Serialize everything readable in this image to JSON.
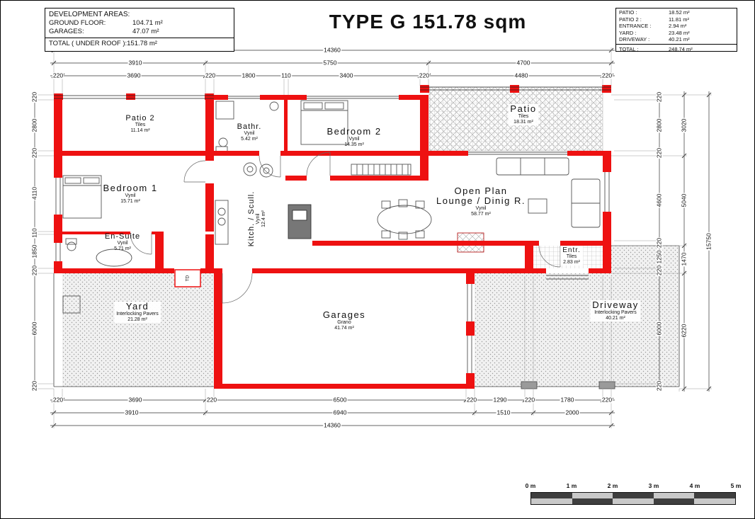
{
  "page": {
    "title": "TYPE G 151.78 sqm"
  },
  "dev_box": {
    "title": "DEVELOPMENT AREAS:",
    "rows": [
      {
        "label": "GROUND FLOOR:",
        "value": "104.71 m²"
      },
      {
        "label": "GARAGES:",
        "value": "47.07 m²"
      }
    ],
    "total": "TOTAL ( UNDER ROOF ):151.78 m²"
  },
  "areas_box": {
    "rows": [
      {
        "label": "PATIO :",
        "value": "18.52 m²"
      },
      {
        "label": "PATIO 2 :",
        "value": "11.81 m²"
      },
      {
        "label": "ENTRANCE :",
        "value": "2.94 m²"
      },
      {
        "label": "YARD :",
        "value": "23.48 m²"
      },
      {
        "label": "DRIVEWAY :",
        "value": "40.21 m²"
      }
    ],
    "total": {
      "label": "TOTAL :",
      "value": "248.74 m²"
    }
  },
  "rooms": {
    "patio2": {
      "name": "Patio 2",
      "finish": "Tiles",
      "area": "11.14 m²"
    },
    "bath": {
      "name": "Bathr.",
      "finish": "Vynil",
      "area": "5.42 m²"
    },
    "bedroom2": {
      "name": "Bedroom 2",
      "finish": "Vynil",
      "area": "14.35 m²"
    },
    "patio": {
      "name": "Patio",
      "finish": "Tiles",
      "area": "18.31 m²"
    },
    "bedroom1": {
      "name": "Bedroom 1",
      "finish": "Vynil",
      "area": "15.71 m²"
    },
    "lounge": {
      "name1": "Open Plan",
      "name2": "Lounge / Dinig R.",
      "finish": "Vynil",
      "area": "58.77 m²"
    },
    "ensuite": {
      "name": "En-Suite",
      "finish": "Vynil",
      "area": "5.71 m²"
    },
    "kitchen": {
      "name": "Kitch. / Scull.",
      "finish": "Vynil",
      "area": "12.4 m²"
    },
    "entrance": {
      "name": "Entr.",
      "finish": "Tiles",
      "area": "2.83 m²"
    },
    "yard": {
      "name": "Yard",
      "finish": "Interlocking Pavers",
      "area": "21.28 m²"
    },
    "garages": {
      "name": "Garages",
      "finish": "Grano",
      "area": "41.74 m²"
    },
    "driveway": {
      "name": "Driveway",
      "finish": "Interlocking Pavers",
      "area": "40.21 m²"
    },
    "td": "TD"
  },
  "dims": {
    "overall_width": "14360",
    "top_groups": [
      "3910",
      "5750",
      "4700"
    ],
    "top_detail": [
      "220",
      "3690",
      "220",
      "1800",
      "110",
      "3400",
      "220",
      "4480",
      "220"
    ],
    "bottom_detail": [
      "220",
      "3690",
      "220",
      "6500",
      "220",
      "1290",
      "220",
      "1780",
      "220"
    ],
    "bottom_groups": [
      "3910",
      "6940",
      "1510",
      "2000"
    ],
    "overall_width_bottom": "14360",
    "left": [
      "220",
      "2800",
      "220",
      "4110",
      "110",
      "1850",
      "220",
      "6000",
      "220"
    ],
    "right_inner": [
      "220",
      "2800",
      "220",
      "4600",
      "220",
      "1250",
      "220",
      "6000",
      "220"
    ],
    "right_mid": [
      "3020",
      "5040",
      "1470",
      "6220"
    ],
    "overall_height": "15750"
  },
  "scalebar": {
    "labels": [
      "0 m",
      "1 m",
      "2 m",
      "3 m",
      "4 m",
      "5 m"
    ]
  }
}
